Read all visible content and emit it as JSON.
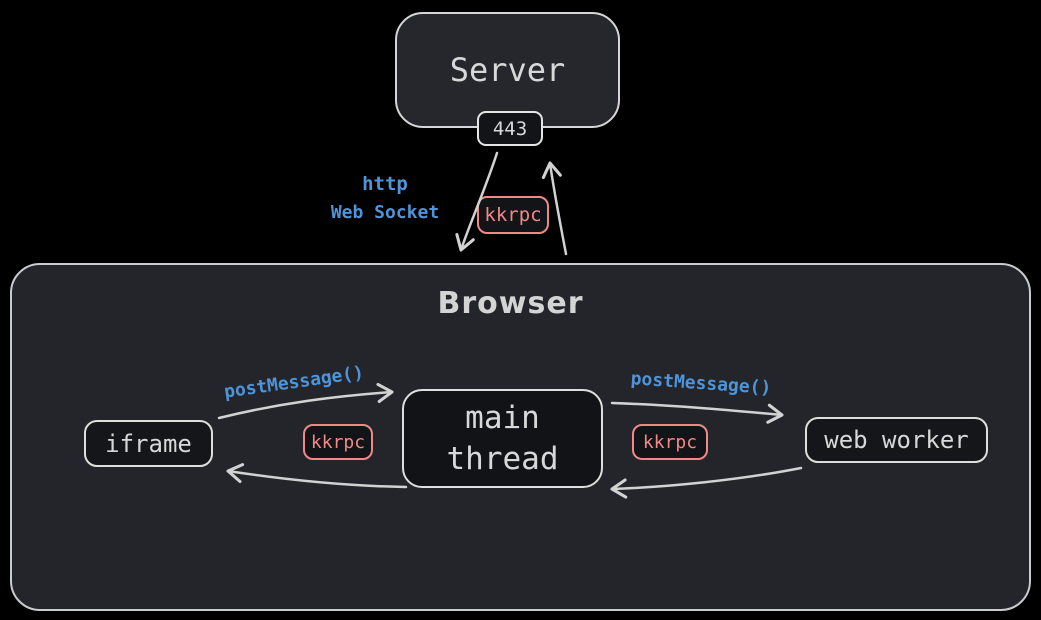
{
  "colors": {
    "background": "#000000",
    "panel_fill": "#23252b",
    "node_fill": "#15161a",
    "stroke_light": "#d2d2d2",
    "accent_blue": "#4e94d8",
    "accent_salmon": "#f18888",
    "text_light": "#d8d8d8"
  },
  "server": {
    "label": "Server",
    "port": "443"
  },
  "server_connection": {
    "protocol_line1": "http",
    "protocol_line2": "Web Socket",
    "rpc_label": "kkrpc"
  },
  "browser": {
    "title": "Browser",
    "nodes": {
      "iframe": {
        "label": "iframe"
      },
      "main_thread": {
        "line1": "main",
        "line2": "thread"
      },
      "web_worker": {
        "label": "web worker"
      }
    },
    "left_link": {
      "message_label": "postMessage()",
      "rpc_label": "kkrpc"
    },
    "right_link": {
      "message_label": "postMessage()",
      "rpc_label": "kkrpc"
    }
  }
}
